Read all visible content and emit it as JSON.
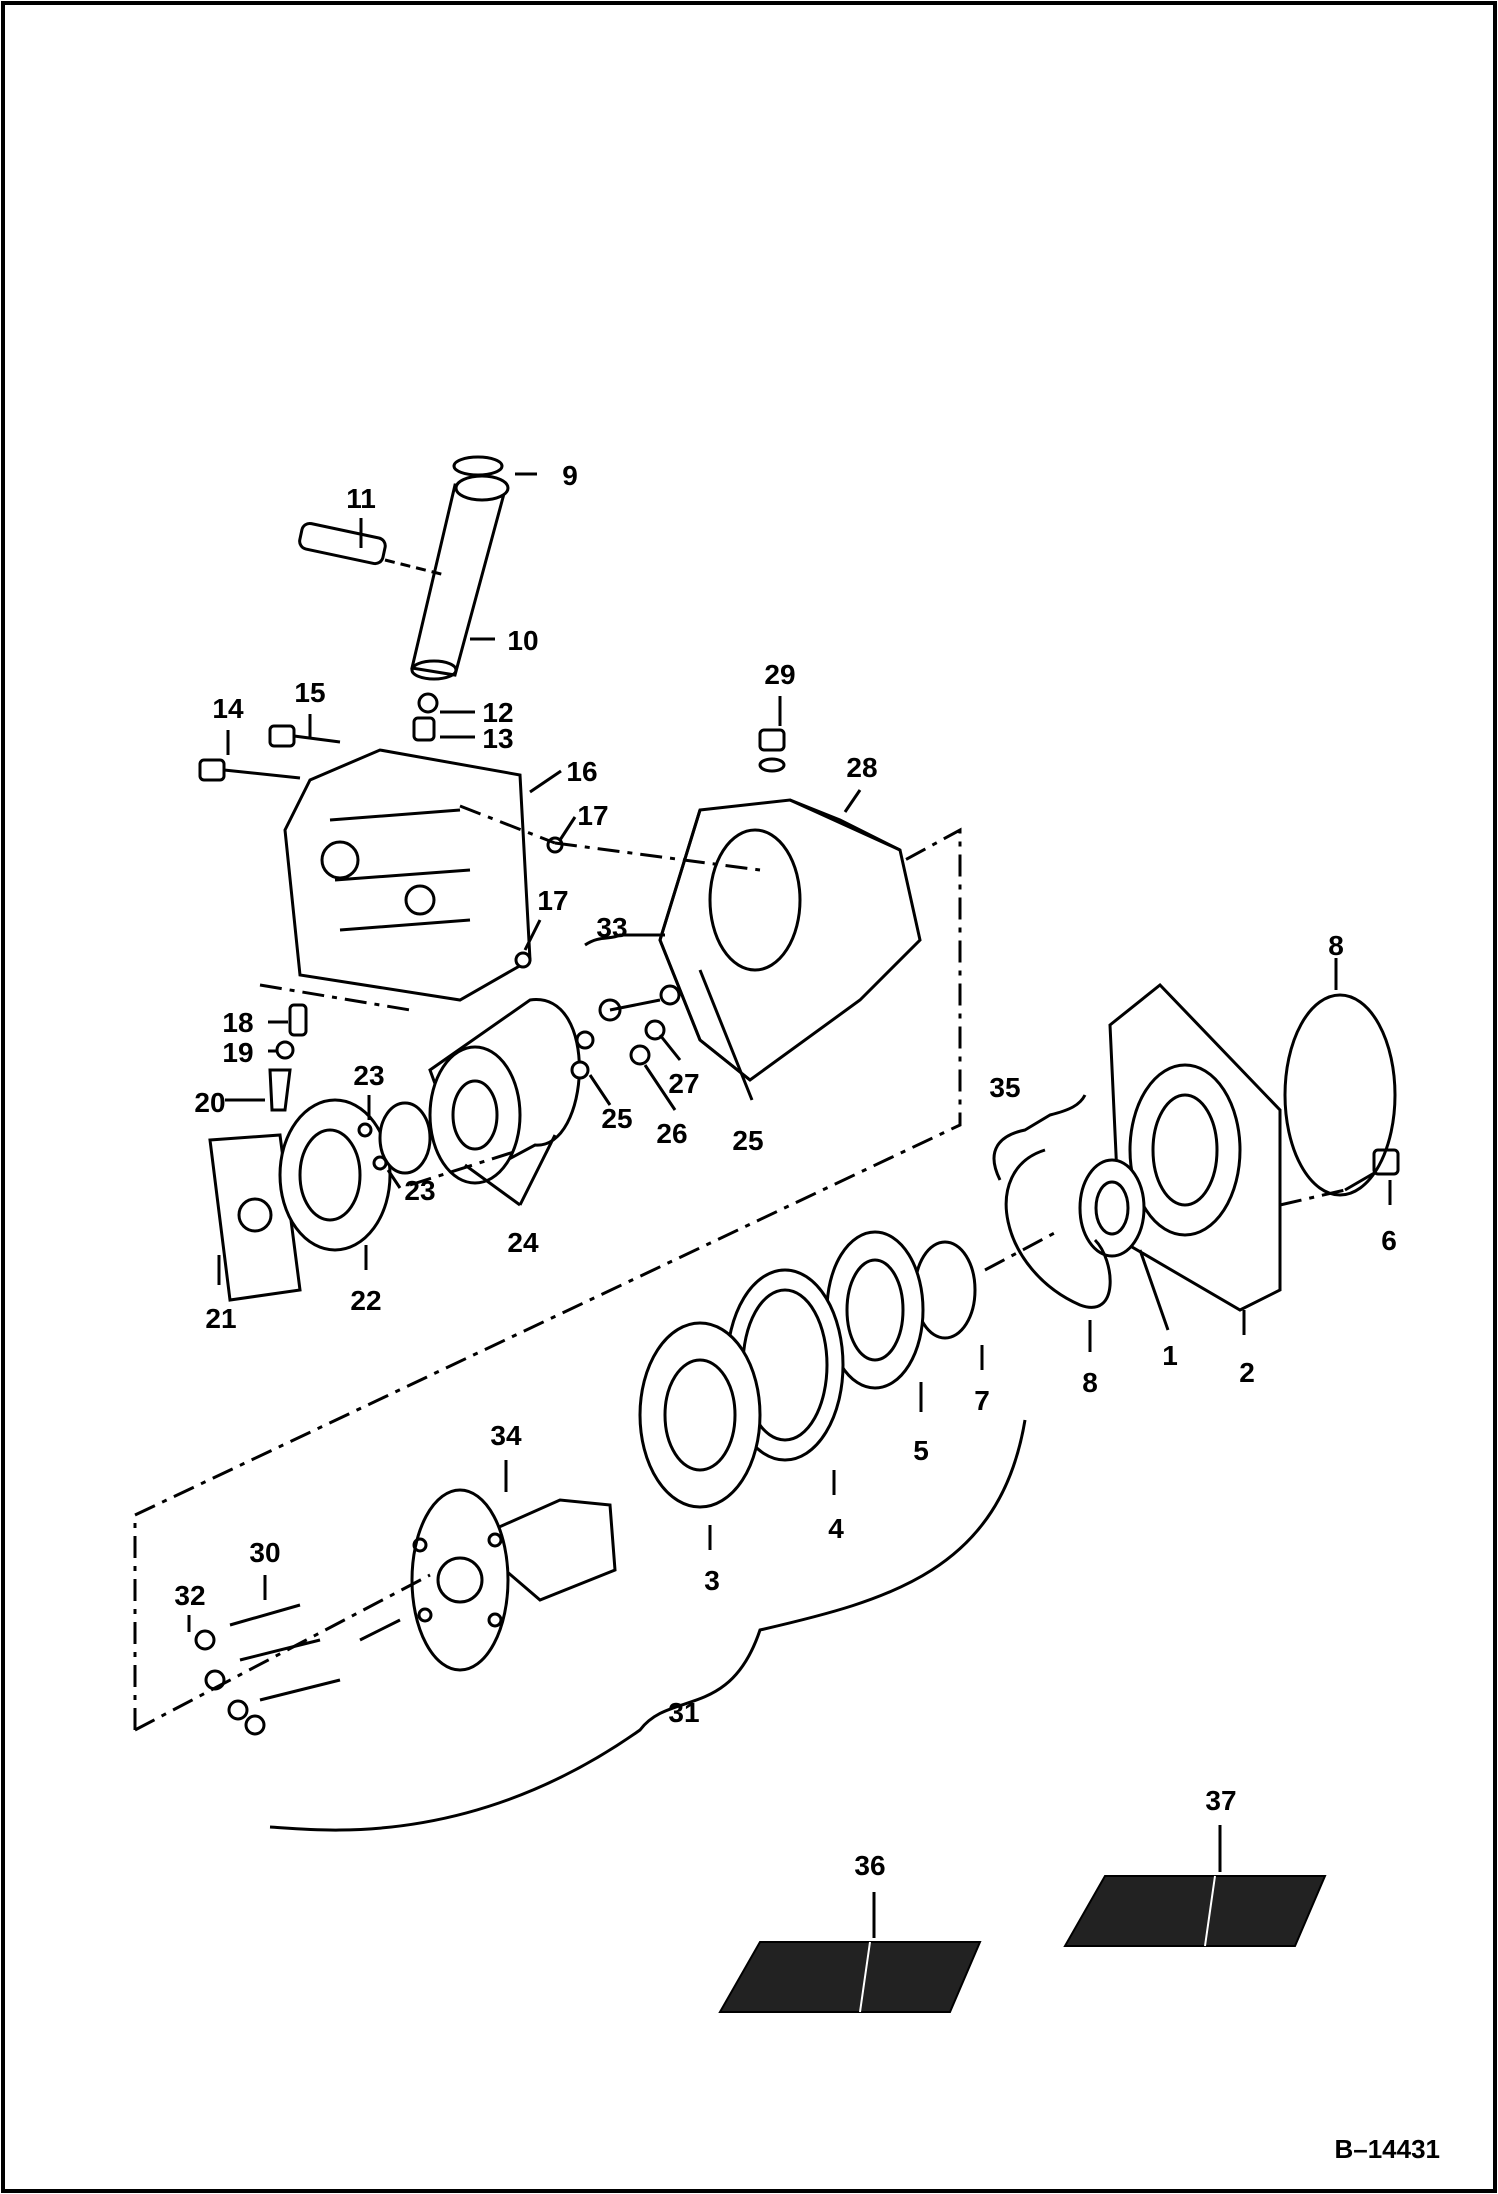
{
  "callouts": [
    "1",
    "2",
    "3",
    "4",
    "5",
    "6",
    "7",
    "8",
    "8",
    "9",
    "10",
    "11",
    "12",
    "13",
    "14",
    "15",
    "16",
    "17",
    "17",
    "18",
    "19",
    "20",
    "21",
    "22",
    "23",
    "23",
    "24",
    "25",
    "25",
    "26",
    "27",
    "28",
    "29",
    "30",
    "31",
    "32",
    "33",
    "34",
    "35",
    "36",
    "37"
  ],
  "figure_ref": "B–14431"
}
